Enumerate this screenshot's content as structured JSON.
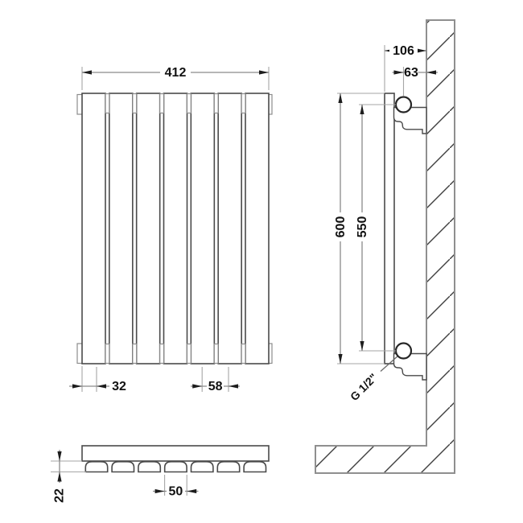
{
  "drawing": {
    "title": "Wall-mounted flat panel radiator installation drawing",
    "front_view": {
      "overall_width": "412",
      "edge_to_first_channel": "32",
      "channel_pitch": "58",
      "panel_count": 7
    },
    "side_view": {
      "depth_from_wall": "106",
      "pipe_center_to_wall": "63",
      "overall_height": "600",
      "pipe_centers_distance": "550",
      "pipe_thread": "G 1/2\""
    },
    "top_view": {
      "channel_depth": "22",
      "channel_width": "50"
    },
    "colors": {
      "background": "#ffffff",
      "outline": "#4a4a4a",
      "wall_outline": "#8f8f8f",
      "hatch": "#3f3f3f",
      "dimension_line": "#8a8a8a",
      "extension_line": "#a6a6a6",
      "arrow_and_text": "#1d1d1d"
    }
  }
}
